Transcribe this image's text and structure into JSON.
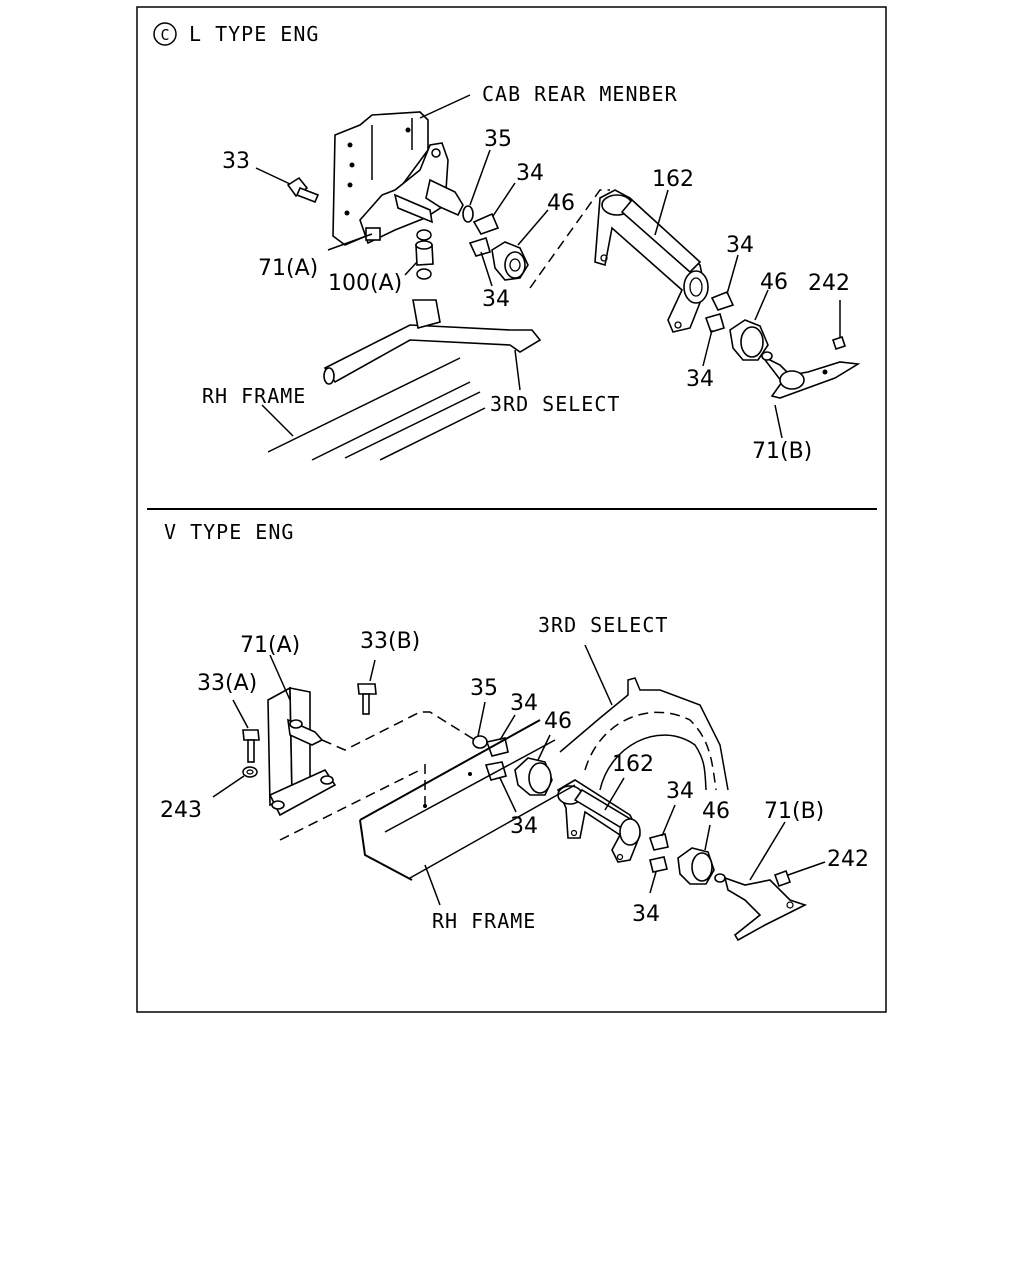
{
  "panels": {
    "top": {
      "circle_mark": "C",
      "title": "L TYPE ENG",
      "labels": {
        "cab_rear_member": "CAB REAR MENBER",
        "rh_frame": "RH FRAME",
        "third_select": "3RD SELECT",
        "p33": "33",
        "p35": "35",
        "p34_a": "34",
        "p46_a": "46",
        "p162": "162",
        "p71a": "71(A)",
        "p100a": "100(A)",
        "p34_b": "34",
        "p34_c": "34",
        "p46_b": "46",
        "p242": "242",
        "p34_d": "34",
        "p71b": "71(B)"
      }
    },
    "bottom": {
      "title": "V TYPE ENG",
      "labels": {
        "third_select": "3RD SELECT",
        "rh_frame": "RH FRAME",
        "p71a": "71(A)",
        "p33b": "33(B)",
        "p33a": "33(A)",
        "p243": "243",
        "p35": "35",
        "p34_a": "34",
        "p46_a": "46",
        "p162": "162",
        "p34_b": "34",
        "p34_c": "34",
        "p46_b": "46",
        "p71b": "71(B)",
        "p242": "242",
        "p34_d": "34"
      }
    }
  }
}
